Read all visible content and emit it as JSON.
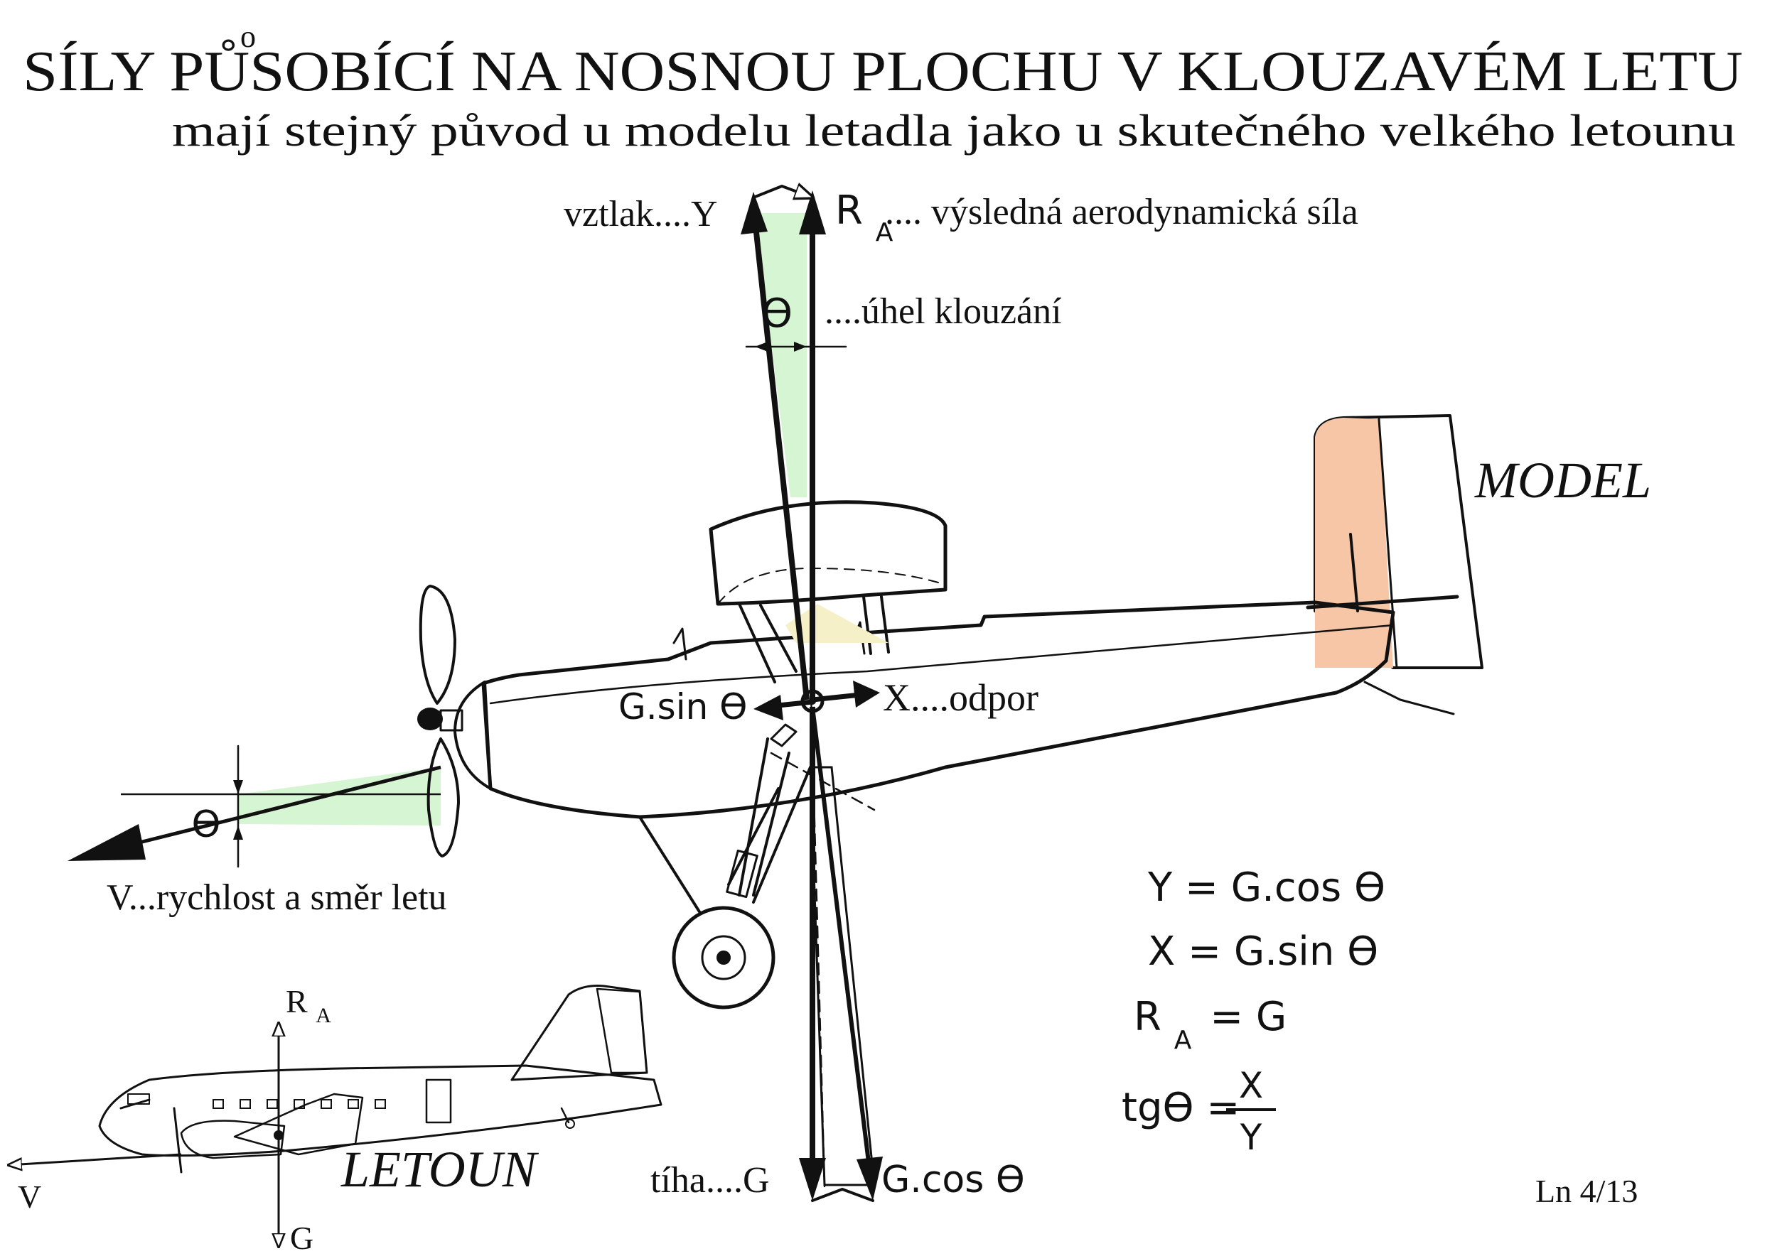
{
  "title": "SÍLY PŮSOBÍCÍ NA NOSNOU PLOCHU V KLOUZAVÉM LETU",
  "subtitle": "mají stejný původ u modelu letadla jako u skutečného velkého letounu",
  "labels": {
    "lift": "vztlak....Y",
    "resultant_symbol": "R",
    "resultant_subscript": "A",
    "resultant_text": ".... výsledná aerodynamická síla",
    "glide_angle": "....úhel klouzání",
    "drag": "X....odpor",
    "gsin": "G.sin ϴ",
    "velocity": "V...rychlost a směr letu",
    "weight": "tíha....G",
    "gcos": "G.cos ϴ",
    "theta": "ϴ",
    "model": "MODEL",
    "letoun": "LETOUN",
    "letoun_ra_symbol": "R",
    "letoun_ra_subscript": "A",
    "letoun_v": "V",
    "letoun_g": "G",
    "page_ref": "Ln 4/13"
  },
  "formulas": [
    "Y = G.cos ϴ",
    "X = G.sin ϴ",
    "R_A = G",
    "tgϴ = X/Y"
  ],
  "formula_parts": {
    "f1": "Y = G.cos ϴ",
    "f2": "X = G.sin ϴ",
    "f3_r": "R",
    "f3_sub": "A",
    "f3_rest": "= G",
    "f4_left": "tgϴ =",
    "f4_num": "X",
    "f4_den": "Y"
  },
  "colors": {
    "fuselage": "#f7c6a6",
    "wing": "#f5f0c8",
    "angle_fill": "#d6f5d2",
    "spinner": "#6a6ee6",
    "letoun_body": "#d9f1ef",
    "letoun_pink": "#efd0e3",
    "letoun_engine": "#c9c9c9"
  }
}
